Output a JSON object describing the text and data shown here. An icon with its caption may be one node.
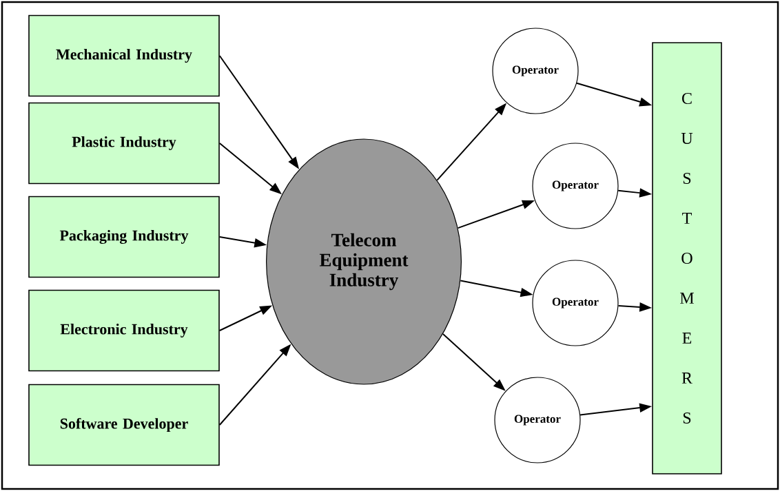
{
  "diagram": {
    "nodes": [
      {
        "text": [
          "Mechanical Industry"
        ]
      },
      {
        "text": [
          "Plastic Industry"
        ]
      },
      {
        "text": [
          "Packaging Industry"
        ]
      },
      {
        "text": [
          "Electronic Industry"
        ]
      },
      {
        "text": [
          "Software Developer"
        ]
      },
      {
        "text": [
          "Telecom Equipment Industry"
        ]
      },
      {
        "text": [
          "Operator"
        ]
      },
      {
        "text": [
          "Operator"
        ]
      },
      {
        "text": [
          "Operator"
        ]
      },
      {
        "text": [
          "Operator"
        ]
      },
      {
        "text": [
          "C U S T O M E R S"
        ]
      }
    ],
    "edges": [
      {
        "from": 0,
        "to": 5,
        "arrow": "to"
      },
      {
        "from": 1,
        "to": 5,
        "arrow": "to"
      },
      {
        "from": 2,
        "to": 5,
        "arrow": "to"
      },
      {
        "from": 3,
        "to": 5,
        "arrow": "to"
      },
      {
        "from": 4,
        "to": 5,
        "arrow": "to"
      },
      {
        "from": 5,
        "to": 6,
        "arrow": "to"
      },
      {
        "from": 5,
        "to": 7,
        "arrow": "to"
      },
      {
        "from": 5,
        "to": 8,
        "arrow": "to"
      },
      {
        "from": 5,
        "to": 9,
        "arrow": "to"
      },
      {
        "from": 6,
        "to": 10,
        "arrow": "to"
      },
      {
        "from": 7,
        "to": 10,
        "arrow": "to"
      },
      {
        "from": 8,
        "to": 10,
        "arrow": "to"
      },
      {
        "from": 9,
        "to": 10,
        "arrow": "to"
      }
    ]
  }
}
